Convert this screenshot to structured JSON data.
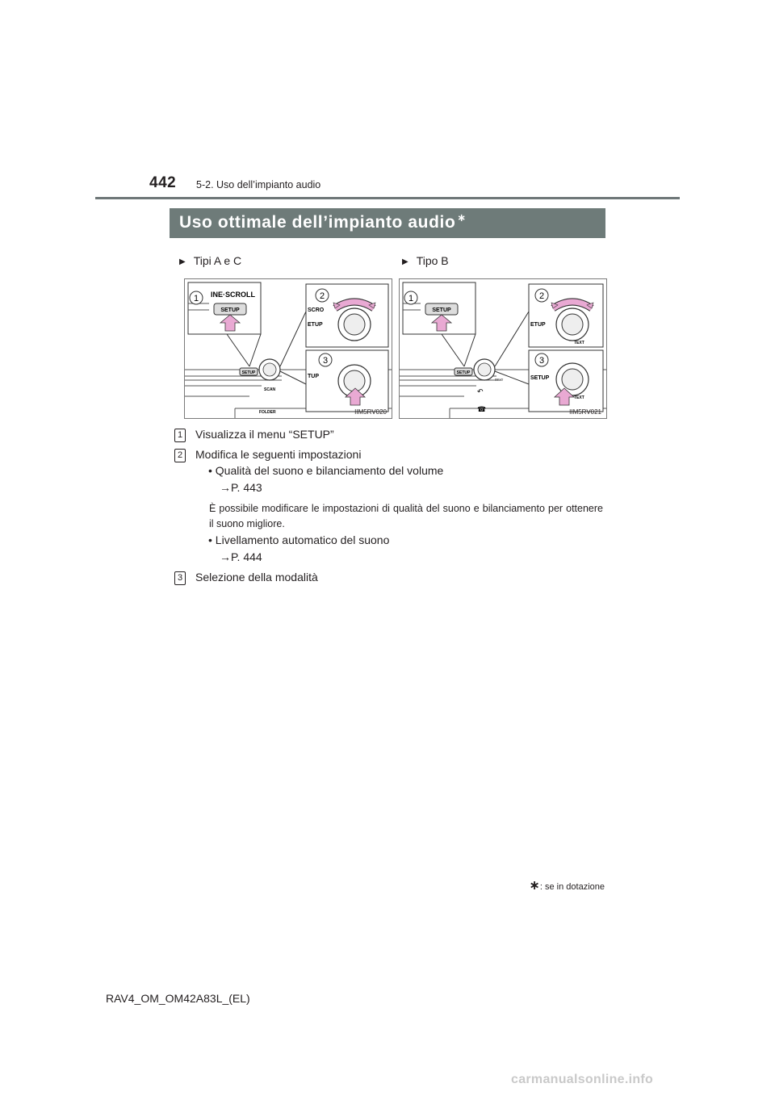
{
  "header": {
    "page_number": "442",
    "section": "5-2. Uso dell’impianto audio"
  },
  "title": {
    "text": "Uso ottimale dell’impianto audio",
    "marker": "∗"
  },
  "variants": [
    {
      "label": "Tipi A e C",
      "figure_code": "IIM5RV020"
    },
    {
      "label": "Tipo B",
      "figure_code": "IIM5RV021"
    }
  ],
  "figure_left": {
    "callouts": [
      "1",
      "2",
      "3"
    ],
    "labels": {
      "top_strip": "INE·SCROLL",
      "setup": "SETUP",
      "scroll_partial": "SCRO",
      "setup_partial": "ETUP",
      "tup_partial": "TUP",
      "small_setup": "SETUP",
      "scan": "SCAN",
      "folder": "FOLDER"
    }
  },
  "figure_right": {
    "callouts": [
      "1",
      "2",
      "3"
    ],
    "labels": {
      "setup": "SETUP",
      "setup_partial_top": "ETUP",
      "setup_partial_bottom": "SETUP",
      "text_top": "TEXT",
      "text_bottom": "TEXT",
      "small_setup": "SETUP",
      "small_text": "TEXT"
    }
  },
  "steps": [
    {
      "num": "1",
      "text": "Visualizza il menu “SETUP”"
    },
    {
      "num": "2",
      "text": "Modifica le seguenti impostazioni"
    },
    {
      "num": "3",
      "text": "Selezione della modalità"
    }
  ],
  "bullets": [
    {
      "text": "• Qualità del suono e bilanciamento del volume",
      "ref": "→P. 443"
    },
    {
      "text": "• Livellamento automatico del suono",
      "ref": "→P. 444"
    }
  ],
  "note": "È possibile modificare le impostazioni di qualità del suono e bilanciamento per ottenere il suono migliore.",
  "footnote": {
    "marker": "∗",
    "text": ": se in dotazione"
  },
  "footer": {
    "doc_code": "RAV4_OM_OM42A83L_(EL)"
  },
  "watermark": "carmanualsonline.info"
}
